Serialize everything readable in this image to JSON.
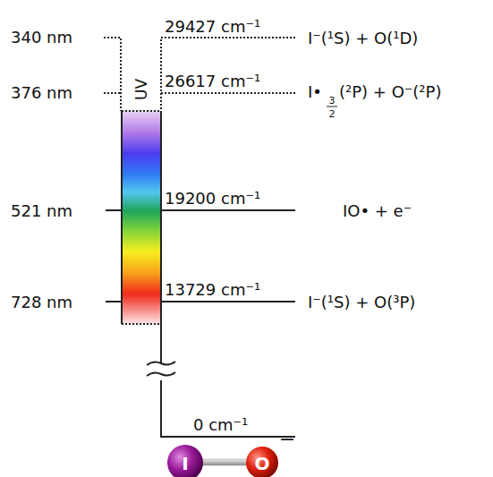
{
  "diagram": {
    "labels": [
      "340 nm",
      "376 nm",
      "521 nm",
      "728 nm",
      "UV",
      "29427 cm⁻¹",
      "I⁻(¹S) + O(¹D)",
      "26617 cm⁻¹",
      "I•",
      "3",
      "2",
      "(²P) + O⁻(²P)",
      "19200 cm⁻¹",
      "IO• + e⁻",
      "13729 cm⁻¹",
      "I⁻(¹S) + O(³P)",
      "0 cm⁻¹",
      "I",
      "O",
      "−"
    ]
  }
}
